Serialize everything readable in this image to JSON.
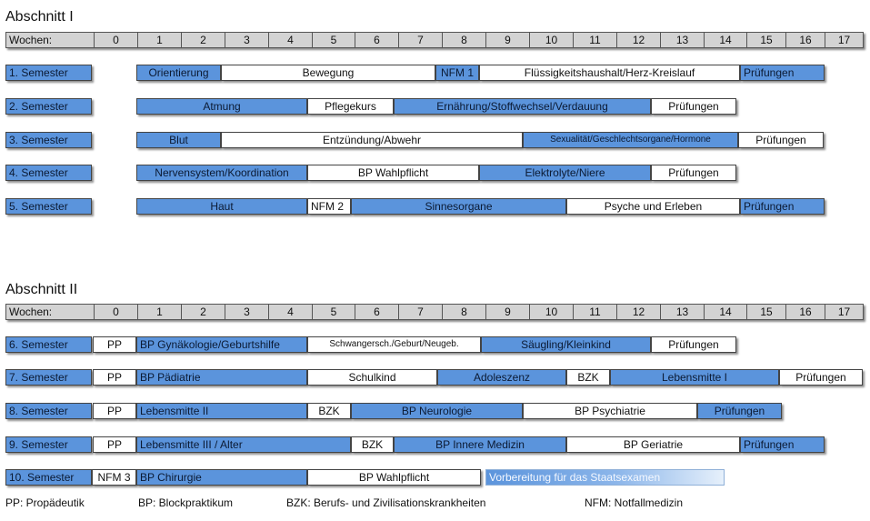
{
  "sections": [
    {
      "title": "Abschnitt I",
      "weeks_label": "Wochen:",
      "week_numbers": [
        "0",
        "1",
        "2",
        "3",
        "4",
        "5",
        "6",
        "7",
        "8",
        "9",
        "10",
        "11",
        "12",
        "13",
        "14",
        "15",
        "16",
        "17"
      ],
      "rows": [
        {
          "label": "1. Semester",
          "segments": [
            {
              "text": "Orientierung",
              "color": "blue"
            },
            {
              "text": "Bewegung",
              "color": "white"
            },
            {
              "text": "NFM 1",
              "color": "blue"
            },
            {
              "text": "Flüssigkeitshaushalt/Herz-Kreislauf",
              "color": "white"
            },
            {
              "text": "Prüfungen",
              "color": "blue"
            }
          ]
        },
        {
          "label": "2. Semester",
          "segments": [
            {
              "text": "Atmung",
              "color": "blue"
            },
            {
              "text": "Pflegekurs",
              "color": "white"
            },
            {
              "text": "Ernährung/Stoffwechsel/Verdauung",
              "color": "blue"
            },
            {
              "text": "Prüfungen",
              "color": "white"
            }
          ]
        },
        {
          "label": "3. Semester",
          "segments": [
            {
              "text": "Blut",
              "color": "blue"
            },
            {
              "text": "Entzündung/Abwehr",
              "color": "white"
            },
            {
              "text": "Sexualität/Geschlechtsorgane/Hormone",
              "color": "blue"
            },
            {
              "text": "Prüfungen",
              "color": "white"
            }
          ]
        },
        {
          "label": "4. Semester",
          "segments": [
            {
              "text": "Nervensystem/Koordination",
              "color": "blue"
            },
            {
              "text": "BP Wahlpflicht",
              "color": "white"
            },
            {
              "text": "Elektrolyte/Niere",
              "color": "blue"
            },
            {
              "text": "Prüfungen",
              "color": "white"
            }
          ]
        },
        {
          "label": "5. Semester",
          "segments": [
            {
              "text": "Haut",
              "color": "blue"
            },
            {
              "text": "NFM 2",
              "color": "white"
            },
            {
              "text": "Sinnesorgane",
              "color": "blue"
            },
            {
              "text": "Psyche und Erleben",
              "color": "white"
            },
            {
              "text": "Prüfungen",
              "color": "blue"
            }
          ]
        }
      ]
    },
    {
      "title": "Abschnitt II",
      "weeks_label": "Wochen:",
      "week_numbers": [
        "0",
        "1",
        "2",
        "3",
        "4",
        "5",
        "6",
        "7",
        "8",
        "9",
        "10",
        "11",
        "12",
        "13",
        "14",
        "15",
        "16",
        "17"
      ],
      "rows": [
        {
          "label": "6. Semester",
          "segments": [
            {
              "text": "PP",
              "color": "white"
            },
            {
              "text": "BP Gynäkologie/Geburtshilfe",
              "color": "blue"
            },
            {
              "text": "Schwangersch./Geburt/Neugeb.",
              "color": "white"
            },
            {
              "text": "Säugling/Kleinkind",
              "color": "blue"
            },
            {
              "text": "Prüfungen",
              "color": "white"
            }
          ]
        },
        {
          "label": "7. Semester",
          "segments": [
            {
              "text": "PP",
              "color": "white"
            },
            {
              "text": "BP Pädiatrie",
              "color": "blue"
            },
            {
              "text": "Schulkind",
              "color": "white"
            },
            {
              "text": "Adoleszenz",
              "color": "blue"
            },
            {
              "text": "BZK",
              "color": "white"
            },
            {
              "text": "Lebensmitte I",
              "color": "blue"
            },
            {
              "text": "Prüfungen",
              "color": "white"
            }
          ]
        },
        {
          "label": "8. Semester",
          "segments": [
            {
              "text": "PP",
              "color": "white"
            },
            {
              "text": "Lebensmitte II",
              "color": "blue"
            },
            {
              "text": "BZK",
              "color": "white"
            },
            {
              "text": "BP Neurologie",
              "color": "blue"
            },
            {
              "text": "BP Psychiatrie",
              "color": "white"
            },
            {
              "text": "Prüfungen",
              "color": "blue"
            }
          ]
        },
        {
          "label": "9. Semester",
          "segments": [
            {
              "text": "PP",
              "color": "white"
            },
            {
              "text": "Lebensmitte III / Alter",
              "color": "blue"
            },
            {
              "text": "BZK",
              "color": "white"
            },
            {
              "text": "BP Innere Medizin",
              "color": "blue"
            },
            {
              "text": "BP Geriatrie",
              "color": "white"
            },
            {
              "text": "Prüfungen",
              "color": "blue"
            }
          ]
        },
        {
          "label": "10. Semester",
          "segments": [
            {
              "text": "NFM 3",
              "color": "white"
            },
            {
              "text": "BP Chirurgie",
              "color": "blue"
            },
            {
              "text": "BP Wahlpflicht",
              "color": "white"
            },
            {
              "text": "Vorbereitung für das Staatsexamen",
              "color": "fade"
            }
          ]
        }
      ]
    }
  ],
  "legend": [
    "PP: Propädeutik",
    "BP: Blockpraktikum",
    "BZK: Berufs- und Zivilisationskrankheiten",
    "NFM: Notfallmedizin"
  ],
  "colors": {
    "blue": "#5b94dc",
    "white": "#ffffff",
    "header": "#d3d3d3"
  }
}
